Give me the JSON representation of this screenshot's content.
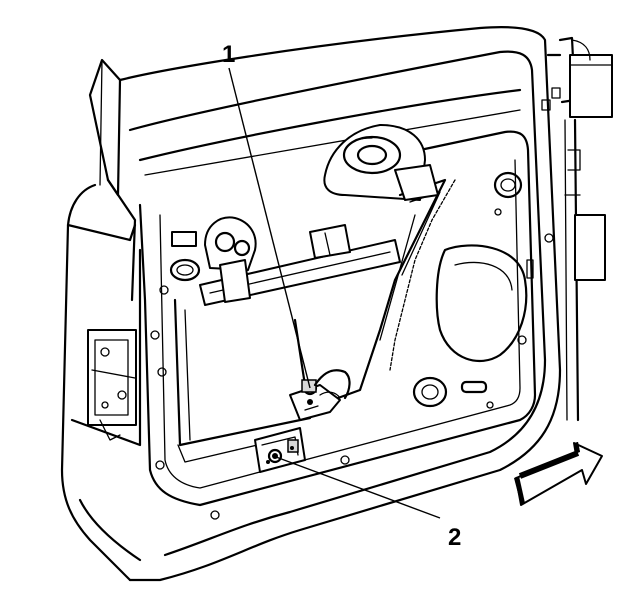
{
  "figure": {
    "callouts": [
      {
        "id": "1",
        "label": "1"
      },
      {
        "id": "2",
        "label": "2"
      }
    ],
    "direction_arrow": "front-of-vehicle-arrow"
  }
}
